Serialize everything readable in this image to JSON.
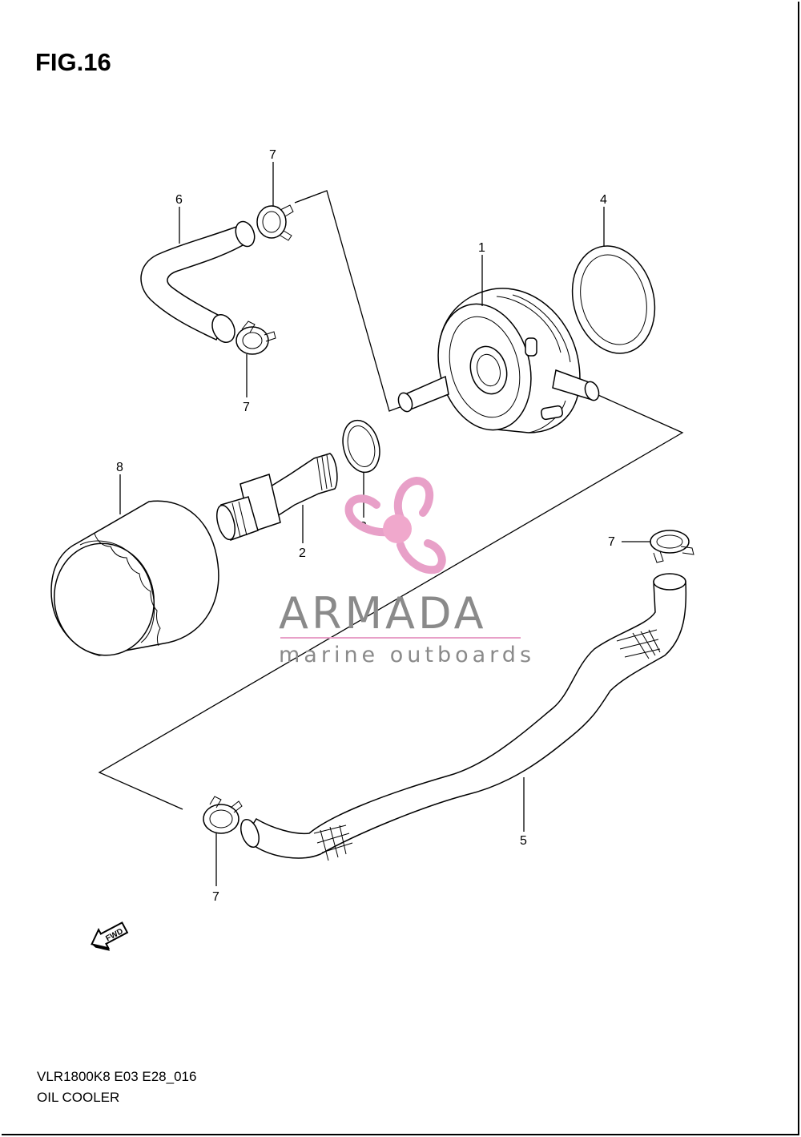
{
  "figure": {
    "title": "FIG.16",
    "model_code": "VLR1800K8 E03 E28_016",
    "name": "OIL COOLER"
  },
  "callouts": [
    {
      "key": "oil-cooler",
      "number": "1"
    },
    {
      "key": "union-bolt",
      "number": "2"
    },
    {
      "key": "gasket",
      "number": "3"
    },
    {
      "key": "o-ring",
      "number": "4"
    },
    {
      "key": "hose-long",
      "number": "5"
    },
    {
      "key": "hose-short",
      "number": "6"
    },
    {
      "key": "clamp-a",
      "number": "7"
    },
    {
      "key": "clamp-b",
      "number": "7"
    },
    {
      "key": "clamp-c",
      "number": "7"
    },
    {
      "key": "clamp-d",
      "number": "7"
    },
    {
      "key": "oil-filter",
      "number": "8"
    }
  ],
  "direction_marker": "FWD",
  "watermark": {
    "brand": "ARMADA",
    "tagline": "marine outboards",
    "colors": {
      "propeller": "#e8a0c8",
      "hub": "#f0a8cc",
      "text": "#8a8a8a",
      "rule": "#e8a0c8"
    }
  }
}
